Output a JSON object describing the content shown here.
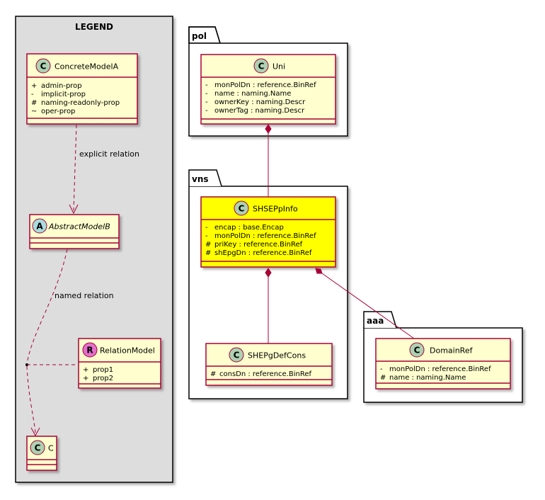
{
  "legend": {
    "title": "LEGEND",
    "concrete": {
      "stereotype": "C",
      "name": "ConcreteModelA",
      "props": [
        {
          "vis": "+",
          "label": "admin-prop"
        },
        {
          "vis": "-",
          "label": "implicit-prop"
        },
        {
          "vis": "#",
          "label": "naming-readonly-prop"
        },
        {
          "vis": "~",
          "label": "oper-prop"
        }
      ]
    },
    "explicit_relation": "explicit relation",
    "abstract": {
      "stereotype": "A",
      "name": "AbstractModelB"
    },
    "named_relation": "named relation",
    "relation": {
      "stereotype": "R",
      "name": "RelationModel",
      "props": [
        {
          "vis": "+",
          "label": "prop1"
        },
        {
          "vis": "+",
          "label": "prop2"
        }
      ]
    },
    "c_class": {
      "stereotype": "C",
      "name": "C"
    }
  },
  "packages": {
    "pol": {
      "name": "pol",
      "uni": {
        "stereotype": "C",
        "name": "Uni",
        "props": [
          {
            "vis": "-",
            "label": "monPolDn : reference.BinRef"
          },
          {
            "vis": "-",
            "label": "name : naming.Name"
          },
          {
            "vis": "-",
            "label": "ownerKey : naming.Descr"
          },
          {
            "vis": "-",
            "label": "ownerTag : naming.Descr"
          }
        ]
      }
    },
    "vns": {
      "name": "vns",
      "shsep": {
        "stereotype": "C",
        "name": "SHSEPpInfo",
        "props": [
          {
            "vis": "-",
            "label": "encap : base.Encap"
          },
          {
            "vis": "-",
            "label": "monPolDn : reference.BinRef"
          },
          {
            "vis": "#",
            "label": "priKey : reference.BinRef"
          },
          {
            "vis": "#",
            "label": "shEpgDn : reference.BinRef"
          }
        ]
      },
      "shepg": {
        "stereotype": "C",
        "name": "SHEPgDefCons",
        "props": [
          {
            "vis": "#",
            "label": "consDn : reference.BinRef"
          }
        ]
      }
    },
    "aaa": {
      "name": "aaa",
      "domain": {
        "stereotype": "C",
        "name": "DomainRef",
        "props": [
          {
            "vis": "-",
            "label": "monPolDn : reference.BinRef"
          },
          {
            "vis": "#",
            "label": "name : naming.Name"
          }
        ]
      }
    }
  },
  "colors": {
    "class_fill": "#FEFECE",
    "highlight_fill": "#FFFF00",
    "border": "#A80036",
    "legend_fill": "#DDDDDD",
    "badge_c": "#ADD1B2",
    "badge_a": "#A9DCDF",
    "badge_r": "#E36FCC"
  }
}
